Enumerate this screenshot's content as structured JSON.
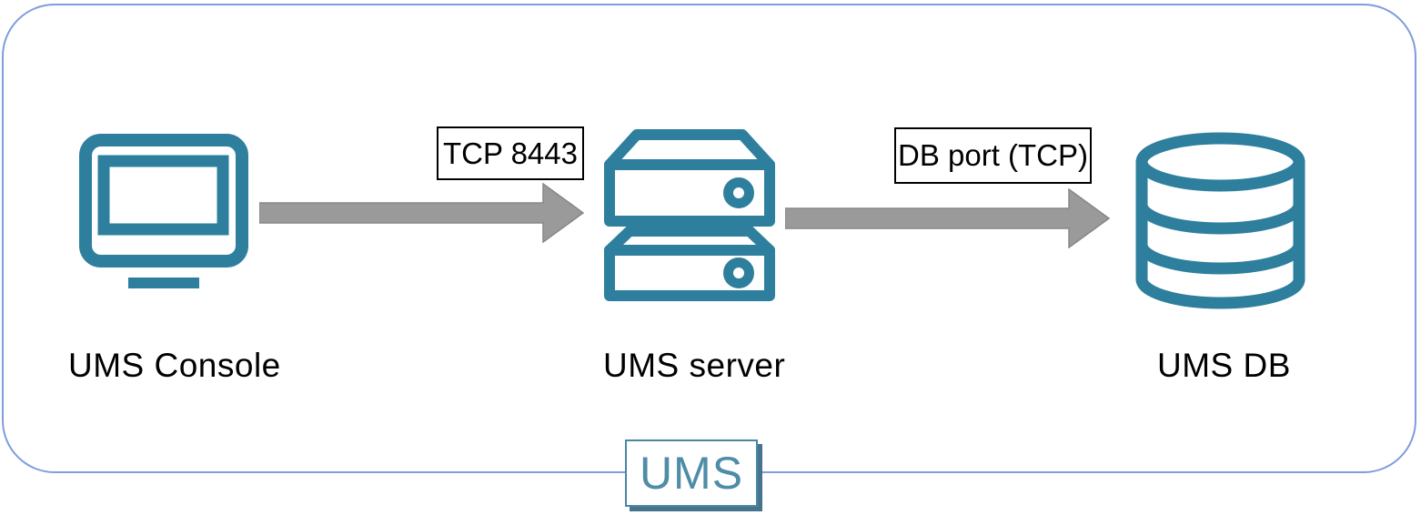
{
  "diagram": {
    "group_label": "UMS",
    "nodes": [
      {
        "label": "UMS Console",
        "icon": "monitor-icon"
      },
      {
        "label": "UMS server",
        "icon": "server-stack-icon"
      },
      {
        "label": "UMS DB",
        "icon": "database-icon"
      }
    ],
    "connections": [
      {
        "label": "TCP 8443",
        "from": "UMS Console",
        "to": "UMS server",
        "direction": "right"
      },
      {
        "label": "DB port (TCP)",
        "from": "UMS server",
        "to": "UMS DB",
        "direction": "right"
      }
    ]
  },
  "colors": {
    "icon_teal": "#2E7F9D",
    "badge_teal": "#4E8CA8",
    "badge_border": "#4A87A3",
    "badge_shadow": "#47748C",
    "frame_blue": "#7E9DDC",
    "arrow_gray": "#9A9A9A",
    "arrow_edge": "#878787",
    "port_label_border": "#000000",
    "text": "#000000"
  }
}
